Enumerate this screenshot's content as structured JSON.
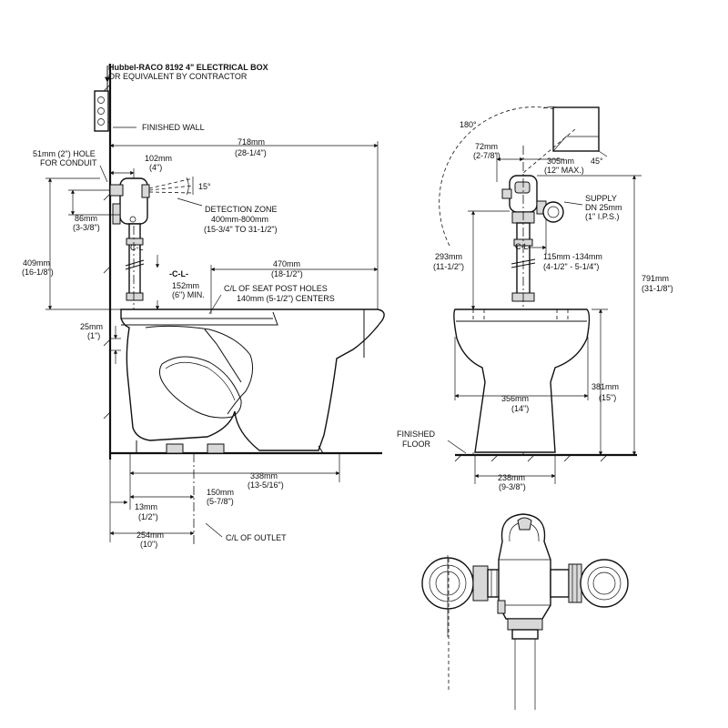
{
  "side_view": {
    "electrical_box": [
      "Hubbel-RACO 8192 4\" ELECTRICAL BOX",
      "OR EQUIVALENT BY CONTRACTOR"
    ],
    "finished_wall": "FINISHED WALL",
    "conduit_hole": [
      "51mm (2\") HOLE",
      "FOR CONDUIT"
    ],
    "dim_102": [
      "102mm",
      "(4\")"
    ],
    "dim_718": [
      "718mm",
      "(28-1/4\")"
    ],
    "angle_15": "15°",
    "detection_zone": [
      "DETECTION ZONE",
      "400mm-800mm",
      "(15-3/4\" TO 31-1/2\")"
    ],
    "dim_86": [
      "86mm",
      "(3-3/8\")"
    ],
    "dim_409": [
      "409mm",
      "(16-1/8\")"
    ],
    "cl_label": "C-L",
    "cl_label2": "-C-L-",
    "dim_152": [
      "152mm",
      "(6\") MIN."
    ],
    "dim_470": [
      "470mm",
      "(18-1/2\")"
    ],
    "seat_post": [
      "C/L OF SEAT POST HOLES",
      "140mm (5-1/2\") CENTERS"
    ],
    "dim_25": [
      "25mm",
      "(1\")"
    ],
    "dim_338": [
      "338mm",
      "(13-5/16\")"
    ],
    "dim_150": [
      "150mm",
      "(5-7/8\")"
    ],
    "dim_13": [
      "13mm",
      "(1/2\")"
    ],
    "dim_254": [
      "254mm",
      "(10\")"
    ],
    "outlet": "C/L OF OUTLET"
  },
  "front_view": {
    "angle_180": "180°",
    "dim_72": [
      "72mm",
      "(2-7/8\")"
    ],
    "dim_305": [
      "305mm",
      "(12\" MAX.)"
    ],
    "angle_45": "45°",
    "supply": [
      "SUPPLY",
      "DN 25mm",
      "(1\" I.P.S.)"
    ],
    "dim_293": [
      "293mm",
      "(11-1/2\")"
    ],
    "cl_label": "C-L",
    "dim_115": [
      "115mm -134mm",
      "(4-1/2\" - 5-1/4\")"
    ],
    "dim_791": [
      "791mm",
      "(31-1/8\")"
    ],
    "dim_381": [
      "381mm",
      "(15\")"
    ],
    "dim_356": [
      "356mm",
      "(14\")"
    ],
    "finished_floor": [
      "FINISHED",
      "FLOOR"
    ],
    "dim_238": [
      "238mm",
      "(9-3/8\")"
    ]
  }
}
